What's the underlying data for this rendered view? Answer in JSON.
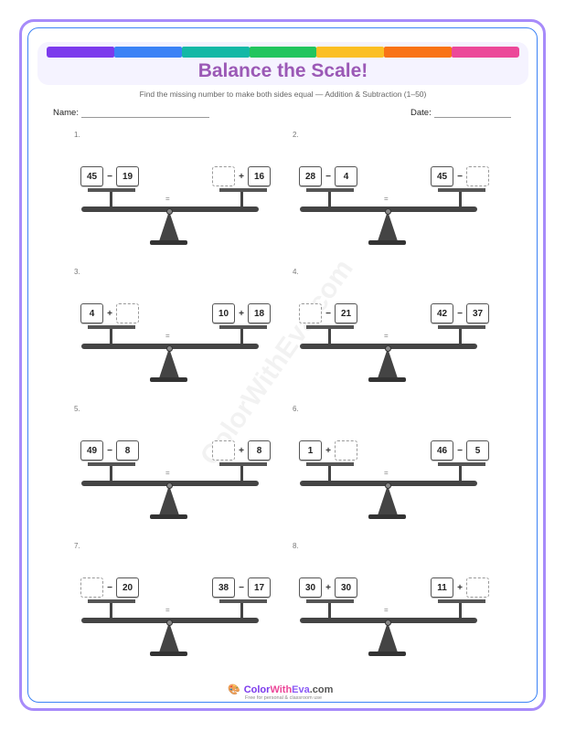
{
  "header": {
    "title": "Balance the Scale!",
    "subtitle": "Find the missing number to make both sides equal — Addition & Subtraction (1–50)",
    "color_bar": [
      "#7c3aed",
      "#3b82f6",
      "#14b8a6",
      "#22c55e",
      "#fbbf24",
      "#f97316",
      "#ec4899"
    ],
    "name_label": "Name:",
    "date_label": "Date:"
  },
  "watermark": "ColorWithEva.com",
  "equal_sign": "=",
  "problems": [
    {
      "num": "1.",
      "left": {
        "a": "45",
        "op": "−",
        "b": "19"
      },
      "right": {
        "a": "",
        "op": "+",
        "b": "16"
      }
    },
    {
      "num": "2.",
      "left": {
        "a": "28",
        "op": "−",
        "b": "4"
      },
      "right": {
        "a": "45",
        "op": "−",
        "b": ""
      }
    },
    {
      "num": "3.",
      "left": {
        "a": "4",
        "op": "+",
        "b": ""
      },
      "right": {
        "a": "10",
        "op": "+",
        "b": "18"
      }
    },
    {
      "num": "4.",
      "left": {
        "a": "",
        "op": "−",
        "b": "21"
      },
      "right": {
        "a": "42",
        "op": "−",
        "b": "37"
      }
    },
    {
      "num": "5.",
      "left": {
        "a": "49",
        "op": "−",
        "b": "8"
      },
      "right": {
        "a": "",
        "op": "+",
        "b": "8"
      }
    },
    {
      "num": "6.",
      "left": {
        "a": "1",
        "op": "+",
        "b": ""
      },
      "right": {
        "a": "46",
        "op": "−",
        "b": "5"
      }
    },
    {
      "num": "7.",
      "left": {
        "a": "",
        "op": "−",
        "b": "20"
      },
      "right": {
        "a": "38",
        "op": "−",
        "b": "17"
      }
    },
    {
      "num": "8.",
      "left": {
        "a": "30",
        "op": "+",
        "b": "30"
      },
      "right": {
        "a": "11",
        "op": "+",
        "b": ""
      }
    }
  ],
  "footer": {
    "icon": "🎨",
    "brand_1": "Color",
    "brand_2": "With",
    "brand_3": "Eva",
    "brand_4": ".com",
    "tagline": "Free for personal & classroom use"
  }
}
